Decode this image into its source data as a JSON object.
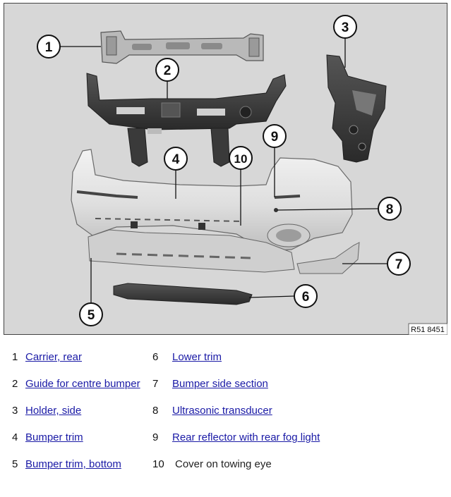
{
  "figure": {
    "reference_code": "R51 8451",
    "callouts": [
      "1",
      "2",
      "3",
      "4",
      "5",
      "6",
      "7",
      "8",
      "9",
      "10"
    ]
  },
  "legend": [
    {
      "number": "1",
      "label": "Carrier, rear",
      "link": true
    },
    {
      "number": "2",
      "label": "Guide for centre bumper",
      "link": true
    },
    {
      "number": "3",
      "label": "Holder, side",
      "link": true
    },
    {
      "number": "4",
      "label": "Bumper trim",
      "link": true
    },
    {
      "number": "5",
      "label": "Bumper trim, bottom",
      "link": true
    },
    {
      "number": "6",
      "label": "Lower trim",
      "link": true
    },
    {
      "number": "7",
      "label": "Bumper side section",
      "link": true
    },
    {
      "number": "8",
      "label": "Ultrasonic transducer",
      "link": true
    },
    {
      "number": "9",
      "label": "Rear reflector with rear fog light",
      "link": true
    },
    {
      "number": "10",
      "label": "Cover on towing eye",
      "link": false
    }
  ],
  "colors": {
    "figure_background": "#d7d7d7",
    "part_dark": "#3b3b3b",
    "part_light": "#ececec",
    "link": "#1a1aa6"
  }
}
